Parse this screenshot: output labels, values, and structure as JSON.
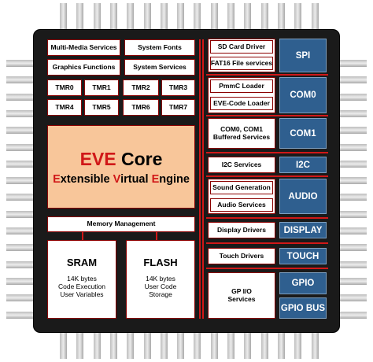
{
  "left_blocks": {
    "multimedia": "Multi-Media Services",
    "system_fonts": "System Fonts",
    "graphics": "Graphics Functions",
    "system_services": "System Services",
    "timers": [
      "TMR0",
      "TMR1",
      "TMR2",
      "TMR3",
      "TMR4",
      "TMR5",
      "TMR6",
      "TMR7"
    ]
  },
  "core": {
    "title_initial": "EVE",
    "title_rest": " Core",
    "subtitle_parts": [
      "E",
      "xtensible ",
      "V",
      "irtual ",
      "E",
      "ngine"
    ]
  },
  "memory_management": "Memory Management",
  "sram": {
    "title": "SRAM",
    "lines": [
      "14K bytes",
      "Code Execution",
      "User Variables"
    ]
  },
  "flash": {
    "title": "FLASH",
    "lines": [
      "14K bytes",
      "User Code",
      "Storage"
    ]
  },
  "right_services": {
    "sd_card": "SD Card Driver",
    "fat16": "FAT16 File services",
    "pmmc": "PmmC Loader",
    "eve_code": "EVE-Code Loader",
    "com_buffered_1": "COM0, COM1",
    "com_buffered_2": "Buffered Services",
    "i2c_services": "I2C Services",
    "sound": "Sound Generation",
    "audio_services": "Audio Services",
    "display_drivers": "Display Drivers",
    "touch_drivers": "Touch Drivers",
    "gpio_1": "GP I/O",
    "gpio_2": "Services"
  },
  "ports": {
    "spi": "SPI",
    "com0": "COM0",
    "com1": "COM1",
    "i2c": "I2C",
    "audio": "AUDIO",
    "display": "DISPLAY",
    "touch": "TOUCH",
    "gpio": "GPIO",
    "gpio_bus": "GPIO BUS"
  },
  "colors": {
    "accent_red": "#d01818",
    "border_dark_red": "#8b0000",
    "port_blue": "#2f5f8f",
    "core_fill": "#f8c69a",
    "chip_body": "#1a1a1a"
  }
}
